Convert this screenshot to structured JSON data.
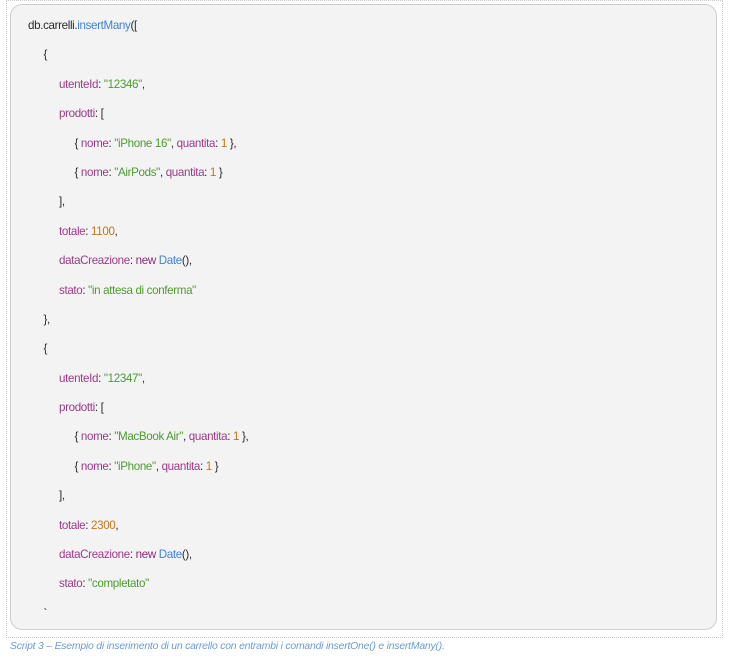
{
  "code": {
    "lines": [
      {
        "indent": 0,
        "tokens": [
          [
            "plain",
            "db.carrelli."
          ],
          [
            "fn",
            "insertMany"
          ],
          [
            "plain",
            "(["
          ]
        ]
      },
      {
        "indent": 1,
        "tokens": [
          [
            "plain",
            "{"
          ]
        ]
      },
      {
        "indent": 2,
        "tokens": [
          [
            "key",
            "utenteId"
          ],
          [
            "plain",
            ": "
          ],
          [
            "str",
            "\"12346\""
          ],
          [
            "plain",
            ","
          ]
        ]
      },
      {
        "indent": 2,
        "tokens": [
          [
            "key",
            "prodotti"
          ],
          [
            "plain",
            ": ["
          ]
        ]
      },
      {
        "indent": 3,
        "tokens": [
          [
            "plain",
            "{ "
          ],
          [
            "key",
            "nome"
          ],
          [
            "plain",
            ": "
          ],
          [
            "str",
            "\"iPhone 16\""
          ],
          [
            "plain",
            ", "
          ],
          [
            "key",
            "quantita"
          ],
          [
            "plain",
            ": "
          ],
          [
            "num",
            "1"
          ],
          [
            "plain",
            " },"
          ]
        ]
      },
      {
        "indent": 3,
        "tokens": [
          [
            "plain",
            "{ "
          ],
          [
            "key",
            "nome"
          ],
          [
            "plain",
            ": "
          ],
          [
            "str",
            "\"AirPods\""
          ],
          [
            "plain",
            ", "
          ],
          [
            "key",
            "quantita"
          ],
          [
            "plain",
            ": "
          ],
          [
            "num",
            "1"
          ],
          [
            "plain",
            " }"
          ]
        ]
      },
      {
        "indent": 2,
        "tokens": [
          [
            "plain",
            "],"
          ]
        ]
      },
      {
        "indent": 2,
        "tokens": [
          [
            "key",
            "totale"
          ],
          [
            "plain",
            ": "
          ],
          [
            "num",
            "1100"
          ],
          [
            "plain",
            ","
          ]
        ]
      },
      {
        "indent": 2,
        "tokens": [
          [
            "key",
            "dataCreazione"
          ],
          [
            "plain",
            ": "
          ],
          [
            "kw",
            "new "
          ],
          [
            "fn",
            "Date"
          ],
          [
            "plain",
            "(),"
          ]
        ]
      },
      {
        "indent": 2,
        "tokens": [
          [
            "key",
            "stato"
          ],
          [
            "plain",
            ": "
          ],
          [
            "str",
            "\"in attesa di conferma\""
          ]
        ]
      },
      {
        "indent": 1,
        "tokens": [
          [
            "plain",
            "},"
          ]
        ]
      },
      {
        "indent": 1,
        "tokens": [
          [
            "plain",
            "{"
          ]
        ]
      },
      {
        "indent": 2,
        "tokens": [
          [
            "key",
            "utenteId"
          ],
          [
            "plain",
            ": "
          ],
          [
            "str",
            "\"12347\""
          ],
          [
            "plain",
            ","
          ]
        ]
      },
      {
        "indent": 2,
        "tokens": [
          [
            "key",
            "prodotti"
          ],
          [
            "plain",
            ": ["
          ]
        ]
      },
      {
        "indent": 3,
        "tokens": [
          [
            "plain",
            "{ "
          ],
          [
            "key",
            "nome"
          ],
          [
            "plain",
            ": "
          ],
          [
            "str",
            "\"MacBook Air\""
          ],
          [
            "plain",
            ", "
          ],
          [
            "key",
            "quantita"
          ],
          [
            "plain",
            ": "
          ],
          [
            "num",
            "1"
          ],
          [
            "plain",
            " },"
          ]
        ]
      },
      {
        "indent": 3,
        "tokens": [
          [
            "plain",
            "{ "
          ],
          [
            "key",
            "nome"
          ],
          [
            "plain",
            ": "
          ],
          [
            "str",
            "\"iPhone\""
          ],
          [
            "plain",
            ", "
          ],
          [
            "key",
            "quantita"
          ],
          [
            "plain",
            ": "
          ],
          [
            "num",
            "1"
          ],
          [
            "plain",
            " }"
          ]
        ]
      },
      {
        "indent": 2,
        "tokens": [
          [
            "plain",
            "],"
          ]
        ]
      },
      {
        "indent": 2,
        "tokens": [
          [
            "key",
            "totale"
          ],
          [
            "plain",
            ": "
          ],
          [
            "num",
            "2300"
          ],
          [
            "plain",
            ","
          ]
        ]
      },
      {
        "indent": 2,
        "tokens": [
          [
            "key",
            "dataCreazione"
          ],
          [
            "plain",
            ": "
          ],
          [
            "kw",
            "new "
          ],
          [
            "fn",
            "Date"
          ],
          [
            "plain",
            "(),"
          ]
        ]
      },
      {
        "indent": 2,
        "tokens": [
          [
            "key",
            "stato"
          ],
          [
            "plain",
            ": "
          ],
          [
            "str",
            "\"completato\""
          ]
        ]
      },
      {
        "indent": 1,
        "tokens": [
          [
            "plain",
            "`"
          ]
        ]
      }
    ]
  },
  "caption": {
    "text": "Script 3 – Esempio di inserimento di un carrello con entrambi i comandi insertOne() e insertMany()."
  },
  "colors": {
    "background": "#f3f3f4",
    "key": "#9b3b86",
    "string": "#4d9b2e",
    "number": "#c2761c",
    "keyword": "#8e2a78",
    "function": "#3f82d6",
    "caption": "#6b9bd0"
  }
}
